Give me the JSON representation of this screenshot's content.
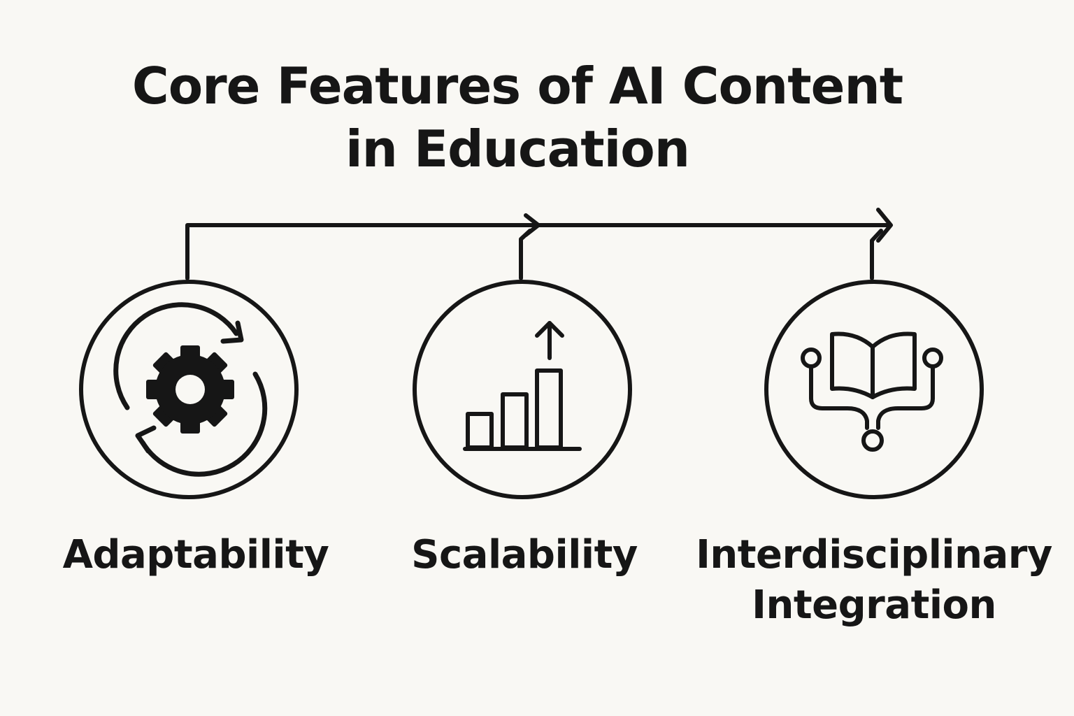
{
  "title": {
    "line1": "Core Features of AI Content",
    "line2": "in Education"
  },
  "features": [
    {
      "label": "Adaptability",
      "icon": "gear-cycle-icon"
    },
    {
      "label": "Scalability",
      "icon": "bar-chart-growth-icon"
    },
    {
      "label_line1": "Interdisciplinary",
      "label_line2": "Integration",
      "icon": "book-network-icon"
    }
  ],
  "colors": {
    "background": "#f9f8f4",
    "stroke": "#161616"
  }
}
